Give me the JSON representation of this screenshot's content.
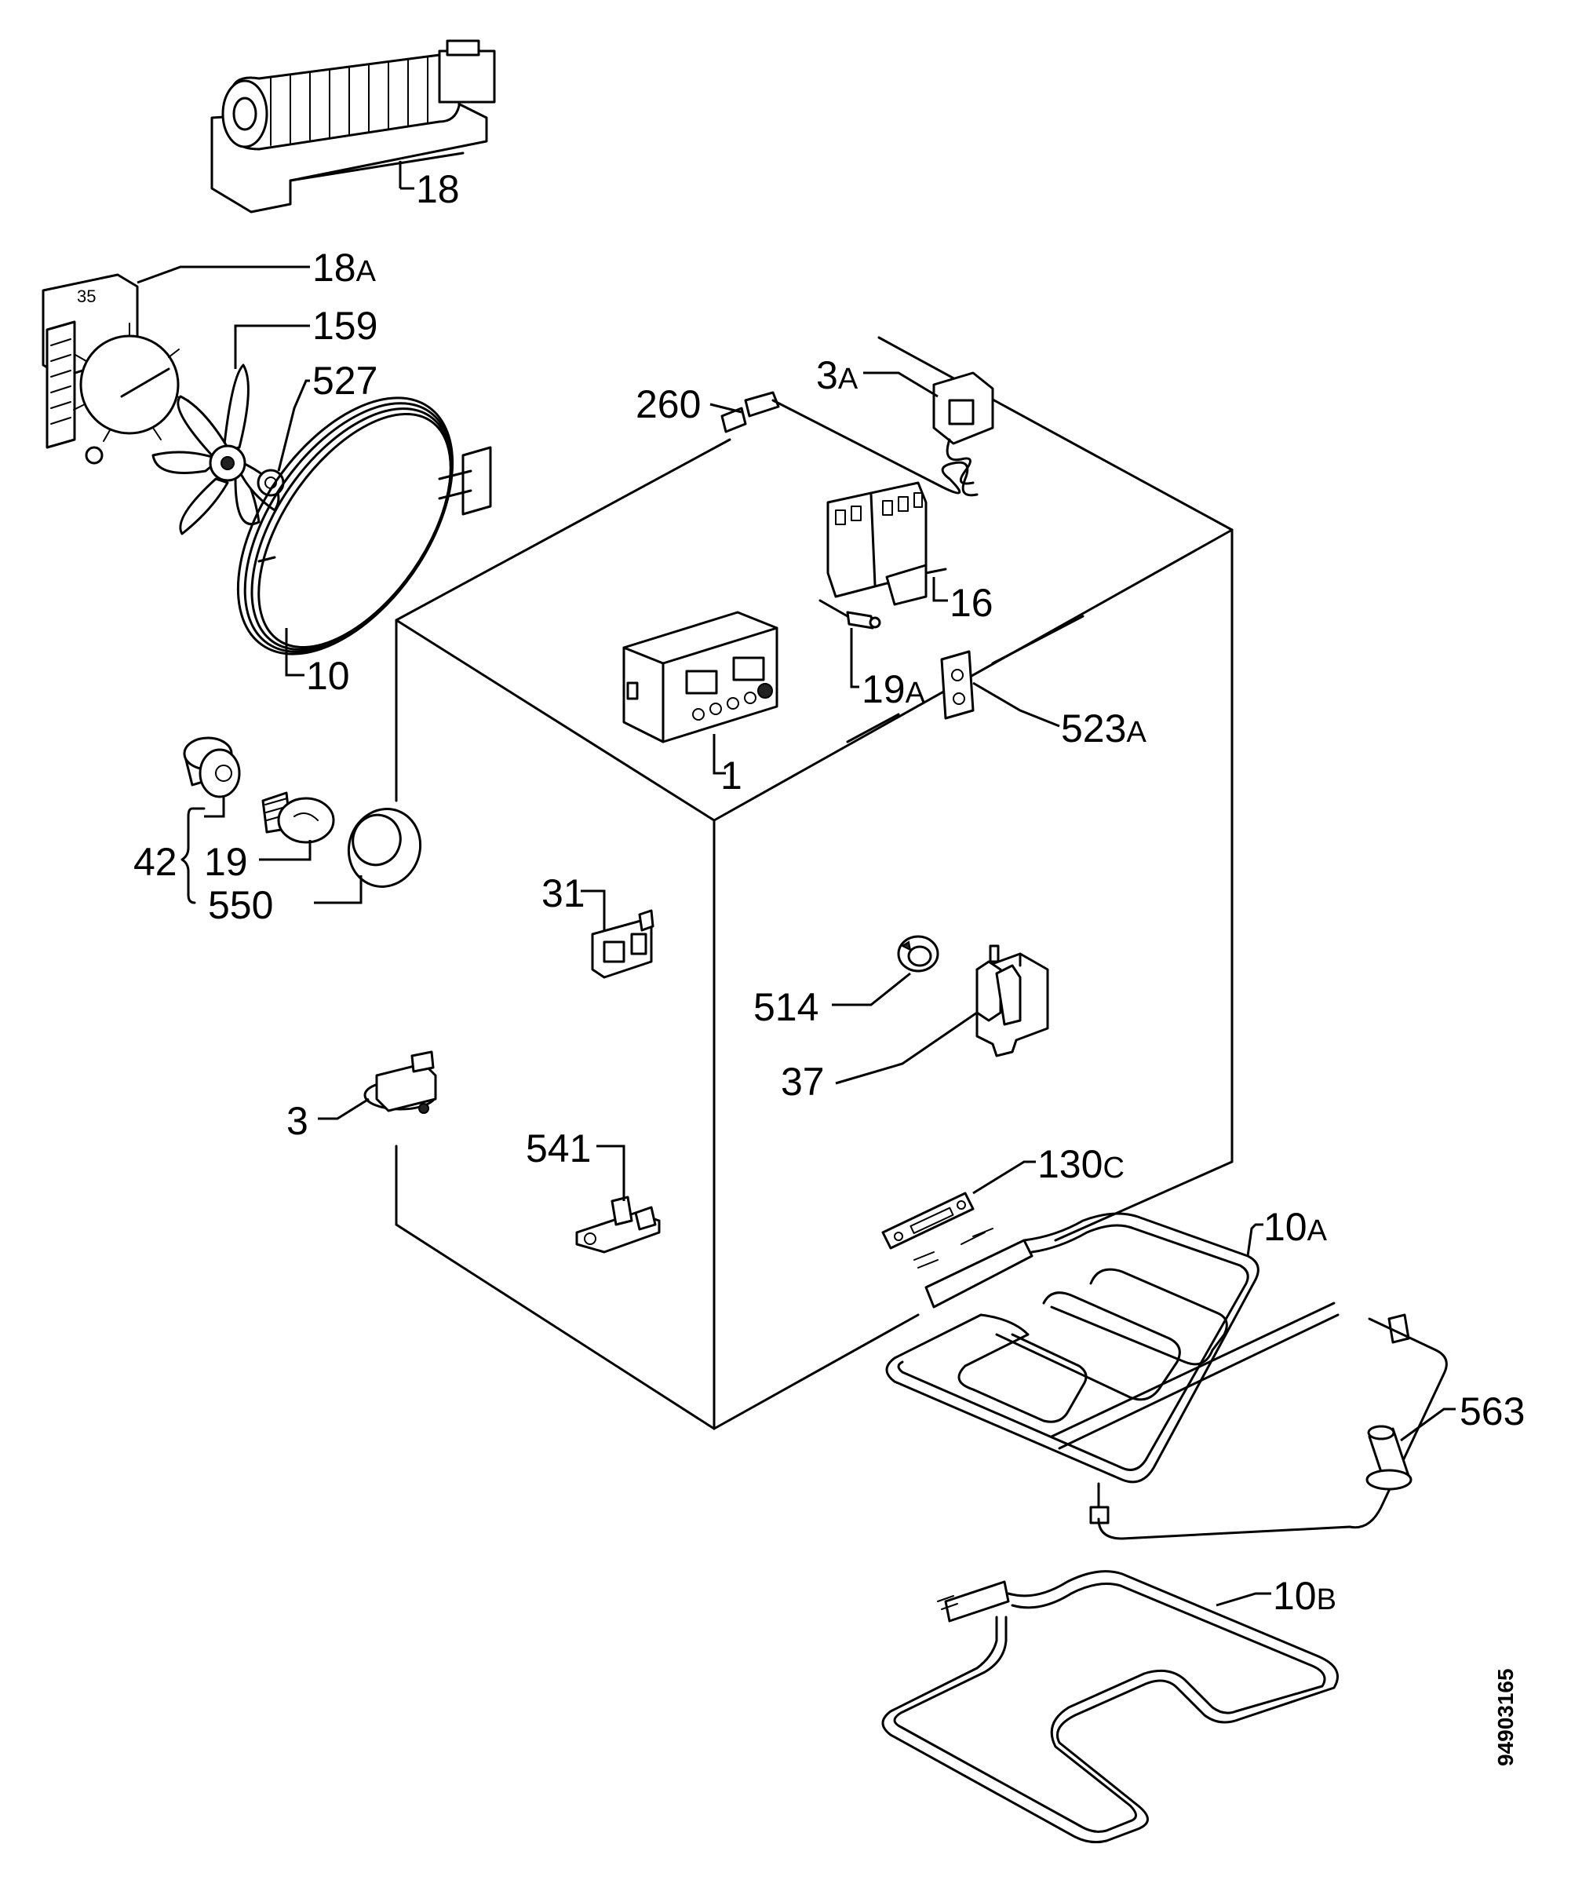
{
  "labels": {
    "p18": "18",
    "p18A_num": "18",
    "p18A_suf": "A",
    "p159": "159",
    "p527": "527",
    "p10": "10",
    "p260": "260",
    "p3A_num": "3",
    "p3A_suf": "A",
    "p16": "16",
    "p19A_num": "19",
    "p19A_suf": "A",
    "p523A_num": "523",
    "p523A_suf": "A",
    "p1": "1",
    "p42": "42",
    "p19": "19",
    "p550": "550",
    "p31": "31",
    "p514": "514",
    "p37": "37",
    "p3": "3",
    "p541": "541",
    "p130C_num": "130",
    "p130C_suf": "C",
    "p10A_num": "10",
    "p10A_suf": "A",
    "p563": "563",
    "p10B_num": "10",
    "p10B_suf": "B"
  },
  "doc_number": "94903165"
}
